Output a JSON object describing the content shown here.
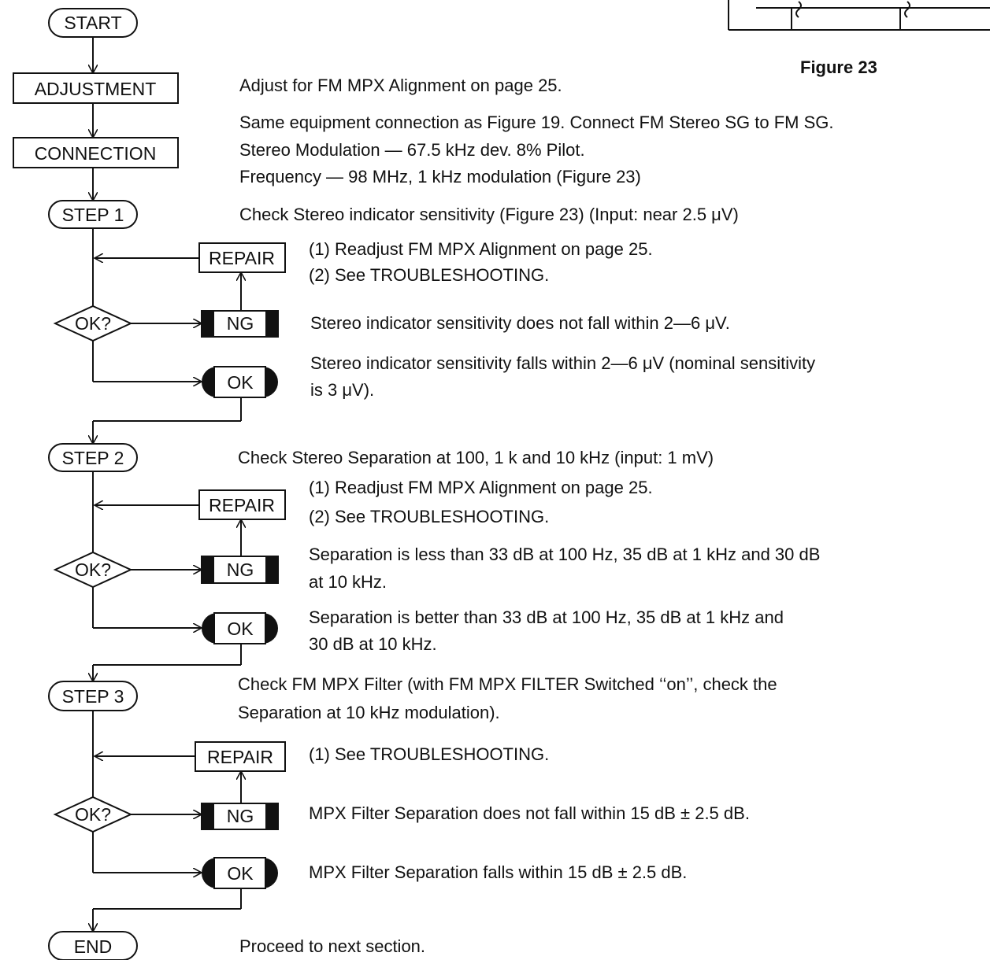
{
  "figure_label": "Figure 23",
  "flow": {
    "start": "START",
    "adjustment": "ADJUSTMENT",
    "connection": "CONNECTION",
    "end": "END",
    "step1": "STEP 1",
    "step2": "STEP 2",
    "step3": "STEP 3",
    "repair": "REPAIR",
    "ng": "NG",
    "ok": "OK",
    "ok_question": "OK?"
  },
  "descriptions": {
    "adjustment": "Adjust for FM MPX Alignment on page 25.",
    "connection": [
      "Same equipment connection as Figure 19. Connect FM Stereo SG to FM SG.",
      "Stereo Modulation — 67.5 kHz dev. 8% Pilot.",
      "Frequency — 98 MHz, 1 kHz modulation (Figure 23)"
    ],
    "step1": {
      "check": "Check Stereo indicator sensitivity (Figure 23) (Input: near 2.5 μV)",
      "repair": [
        "(1) Readjust FM MPX Alignment on page 25.",
        "(2) See TROUBLESHOOTING."
      ],
      "ng": "Stereo indicator sensitivity does not fall within 2—6 μV.",
      "ok": [
        "Stereo indicator sensitivity falls within 2—6 μV (nominal sensitivity",
        "is 3 μV)."
      ]
    },
    "step2": {
      "check": "Check Stereo Separation at 100, 1 k and 10 kHz (input: 1 mV)",
      "repair": [
        "(1) Readjust FM MPX Alignment on page 25.",
        "(2) See TROUBLESHOOTING."
      ],
      "ng": [
        "Separation is less than 33 dB at 100 Hz, 35 dB at 1 kHz and 30 dB",
        "at 10 kHz."
      ],
      "ok": [
        "Separation is better than 33 dB at 100 Hz, 35 dB at 1 kHz and",
        "30 dB at 10 kHz."
      ]
    },
    "step3": {
      "check": [
        "Check FM MPX Filter (with FM MPX FILTER Switched ‘‘on’’, check the",
        "Separation at 10 kHz modulation)."
      ],
      "repair": [
        "(1) See TROUBLESHOOTING."
      ],
      "ng": "MPX Filter Separation does not fall within 15 dB ± 2.5 dB.",
      "ok": "MPX Filter Separation falls within 15 dB ± 2.5 dB."
    },
    "end": "Proceed to next section."
  }
}
